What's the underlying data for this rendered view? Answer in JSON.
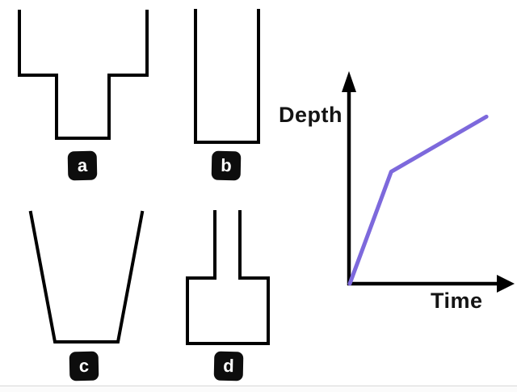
{
  "figure": {
    "containers": [
      {
        "label": "a",
        "shape": "wide top stepping down to narrow base"
      },
      {
        "label": "b",
        "shape": "uniform straight-sided column"
      },
      {
        "label": "c",
        "shape": "tapered: wide top narrowing to small flat base"
      },
      {
        "label": "d",
        "shape": "narrow neck opening into wide base"
      }
    ]
  },
  "graph": {
    "ylabel": "Depth",
    "xlabel": "Time"
  },
  "colors": {
    "ink": "#000000",
    "accent_line": "#7d69dc",
    "label_box_bg": "#0d0d0d",
    "label_box_text": "#ffffff",
    "footer_line": "#d8d8d8"
  },
  "chart_data": {
    "type": "line",
    "title": "",
    "xlabel": "Time",
    "ylabel": "Depth",
    "axes": {
      "x_range_normalized": [
        0,
        1
      ],
      "y_range_normalized": [
        0,
        1
      ],
      "ticks": "none",
      "grid": false,
      "arrows": true
    },
    "legend": "none",
    "series": [
      {
        "name": "depth vs time",
        "color": "#7d69dc",
        "points_normalized": [
          [
            0,
            0
          ],
          [
            0.27,
            0.55
          ],
          [
            0.89,
            0.82
          ]
        ],
        "description": "Piecewise linear: steep rise from the origin, then a shallower steady rise"
      }
    ]
  }
}
